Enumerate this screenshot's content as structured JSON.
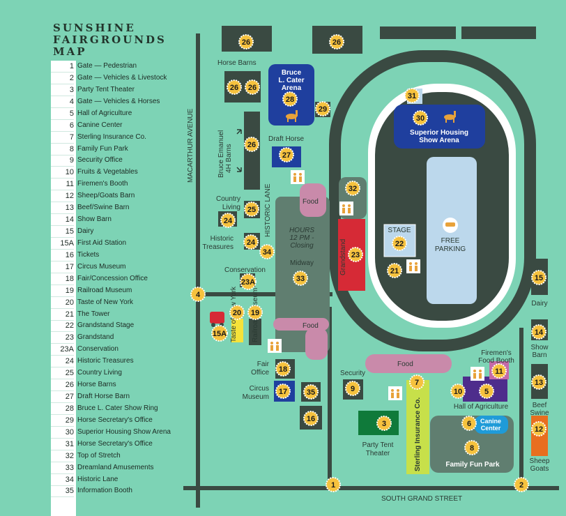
{
  "title": {
    "line1": "SUNSHINE",
    "line2": "FAIRGROUNDS",
    "line3": "MAP"
  },
  "legend": [
    {
      "num": "1",
      "label": "Gate — Pedestrian"
    },
    {
      "num": "2",
      "label": "Gate — Vehicles & Livestock"
    },
    {
      "num": "3",
      "label": "Party Tent Theater"
    },
    {
      "num": "4",
      "label": "Gate — Vehicles & Horses"
    },
    {
      "num": "5",
      "label": "Hall of Agriculture"
    },
    {
      "num": "6",
      "label": "Canine Center"
    },
    {
      "num": "7",
      "label": "Sterling Insurance Co."
    },
    {
      "num": "8",
      "label": "Family Fun Park"
    },
    {
      "num": "9",
      "label": "Security Office"
    },
    {
      "num": "10",
      "label": "Fruits & Vegetables"
    },
    {
      "num": "11",
      "label": "Firemen's Booth"
    },
    {
      "num": "12",
      "label": "Sheep/Goats Barn"
    },
    {
      "num": "13",
      "label": "Beef/Swine Barn"
    },
    {
      "num": "14",
      "label": "Show Barn"
    },
    {
      "num": "15",
      "label": "Dairy"
    },
    {
      "num": "15A",
      "label": "First Aid Station"
    },
    {
      "num": "16",
      "label": "Tickets"
    },
    {
      "num": "17",
      "label": "Circus Museum"
    },
    {
      "num": "18",
      "label": "Fair/Concession Office"
    },
    {
      "num": "19",
      "label": "Railroad Museum"
    },
    {
      "num": "20",
      "label": "Taste of New York"
    },
    {
      "num": "21",
      "label": "The Tower"
    },
    {
      "num": "22",
      "label": "Grandstand Stage"
    },
    {
      "num": "23",
      "label": "Grandstand"
    },
    {
      "num": "23A",
      "label": "Conservation"
    },
    {
      "num": "24",
      "label": "Historic Treasures"
    },
    {
      "num": "25",
      "label": "Country Living"
    },
    {
      "num": "26",
      "label": "Horse Barns"
    },
    {
      "num": "27",
      "label": "Draft Horse Barn"
    },
    {
      "num": "28",
      "label": "Bruce L. Cater Show Ring"
    },
    {
      "num": "29",
      "label": "Horse Secretary's Office"
    },
    {
      "num": "30",
      "label": "Superior Housing Show Arena"
    },
    {
      "num": "31",
      "label": "Horse Secretary's Office"
    },
    {
      "num": "32",
      "label": "Top of Stretch"
    },
    {
      "num": "33",
      "label": "Dreamland Amusements"
    },
    {
      "num": "34",
      "label": "Historic Lane"
    },
    {
      "num": "35",
      "label": "Information Booth"
    }
  ],
  "map": {
    "streets": {
      "west": "MACARTHUR AVENUE",
      "south": "SOUTH GRAND STREET",
      "lane": "HISTORIC LANE"
    },
    "labels": {
      "horse_barns": "Horse Barns",
      "bruce_arena_1": "Bruce",
      "bruce_arena_2": "L. Cater",
      "bruce_arena_3": "Arena",
      "superior_1": "Superior Housing",
      "superior_2": "Show Arena",
      "draft_horse": "Draft Horse",
      "barns_4h_1": "Bruce Emanuel",
      "barns_4h_2": "4H Barns",
      "country_1": "Country",
      "country_2": "Living",
      "historic_1": "Historic",
      "historic_2": "Treasures",
      "conservation": "Conservation",
      "food_top": "Food",
      "food_mid": "Food",
      "food_bottom": "Food",
      "hours_1": "HOURS",
      "hours_2": "12 PM -",
      "hours_3": "Closing",
      "midway": "Midway",
      "grandstand": "Grandstand",
      "stage": "STAGE",
      "free_1": "FREE",
      "free_2": "PARKING",
      "dairy": "Dairy",
      "show_1": "Show",
      "show_2": "Barn",
      "beef_1": "Beef",
      "beef_2": "Swine",
      "sheep_1": "Sheep",
      "sheep_2": "Goats",
      "firemen_1": "Firemen's",
      "firemen_2": "Food Booth",
      "hall": "Hall of Agriculture",
      "canine_1": "Canine",
      "canine_2": "Center",
      "fun_park": "Family Fun Park",
      "sterling": "Sterling Insurance Co.",
      "party_1": "Party Tent",
      "party_2": "Theater",
      "security": "Security",
      "fair_1": "Fair",
      "fair_2": "Office",
      "circus_1": "Circus",
      "circus_2": "Museum",
      "taste": "Taste of New York",
      "railroad": "Railroad Museum"
    },
    "badges": [
      "26",
      "26",
      "26",
      "26",
      "28",
      "29",
      "26",
      "27",
      "31",
      "30",
      "32",
      "25",
      "24",
      "24",
      "34",
      "23",
      "22",
      "21",
      "23A",
      "33",
      "4",
      "20",
      "19",
      "15A",
      "18",
      "17",
      "35",
      "16",
      "9",
      "7",
      "3",
      "10",
      "5",
      "11",
      "6",
      "8",
      "15",
      "14",
      "13",
      "12",
      "1",
      "2"
    ]
  },
  "colors": {
    "background": "#7dd3b5",
    "road": "#3a4a42",
    "badge_fill": "#f6c23e",
    "arena_blue": "#1f3f9e",
    "grandstand_red": "#d62a36",
    "food_pink": "#c98aaa",
    "parking_blue": "#bcd8ec",
    "sterling_green": "#c7e04a",
    "legend_white": "#ffffff"
  }
}
